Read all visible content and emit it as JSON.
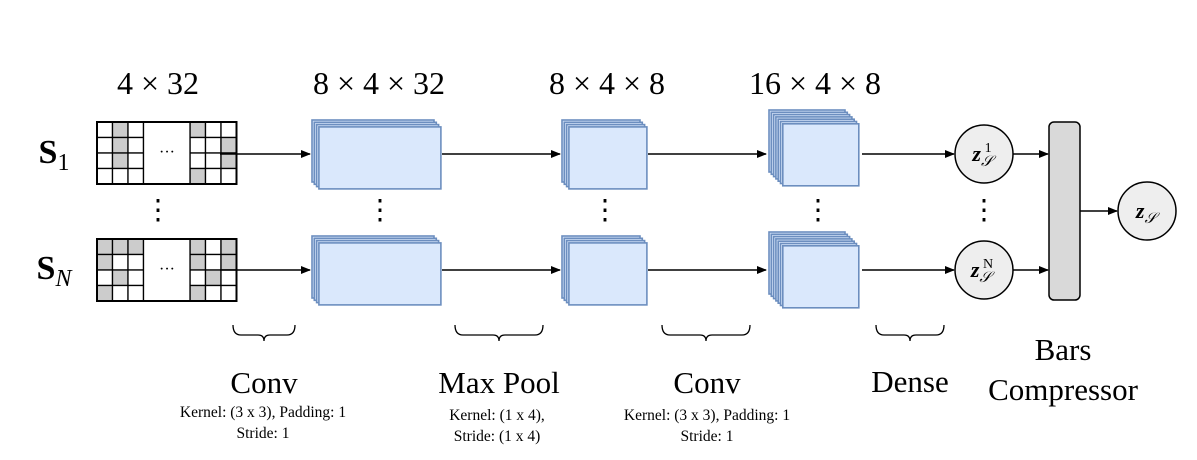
{
  "dims": {
    "input": "4 × 32",
    "conv1": "8 × 4 × 32",
    "pool": "8 × 4 × 8",
    "conv2": "16 × 4 × 8"
  },
  "inputs": {
    "first": {
      "base": "S",
      "sub": "1"
    },
    "last": {
      "base": "S",
      "sub": "N"
    }
  },
  "grid_ellipsis": "···",
  "vertical_ellipsis": "⋮",
  "latents": {
    "first": {
      "base": "z",
      "sub": "𝒮",
      "sup": "1"
    },
    "last": {
      "base": "z",
      "sub": "𝒮",
      "sup": "N"
    },
    "output": {
      "base": "z",
      "sub": "𝒮"
    }
  },
  "stages": {
    "conv1": {
      "title": "Conv",
      "line1": "Kernel: (3 x 3), Padding: 1",
      "line2": "Stride: 1"
    },
    "pool": {
      "title": "Max Pool",
      "line1": "Kernel: (1 x 4),",
      "line2": "Stride: (1 x 4)"
    },
    "conv2": {
      "title": "Conv",
      "line1": "Kernel: (3 x 3), Padding: 1",
      "line2": "Stride: 1"
    },
    "dense": {
      "title": "Dense"
    },
    "compressor": {
      "line1": "Bars",
      "line2": "Compressor"
    }
  },
  "colors": {
    "feature_map_fill": "#dae8fc",
    "feature_map_stroke": "#6c8ebf",
    "grid_shade": "#cccccc",
    "compressor_fill": "#d9d9d9",
    "node_fill": "#eeeeee"
  }
}
